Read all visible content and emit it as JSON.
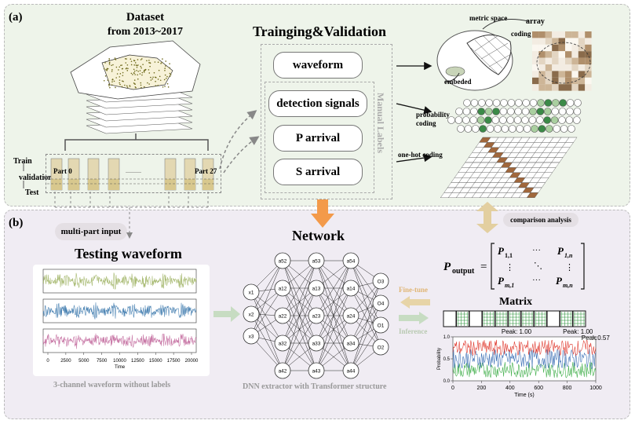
{
  "panel_a": {
    "label": "(a)",
    "dataset_title_1": "Dataset",
    "dataset_title_2": "from 2013~2017",
    "split_labels": [
      "Train",
      "validation",
      "Test"
    ],
    "part_first": "Part 0",
    "part_last": "Part 27",
    "training_title": "Trainging&Validation",
    "boxes": [
      "waveform",
      "detection signals",
      "P arrival",
      "S arrival"
    ],
    "manual_labels": "Manual Labels",
    "metric_space": "metric space",
    "coding": "coding",
    "array": "array",
    "embeded": "embeded",
    "probability_coding_1": "probability",
    "probability_coding_2": "coding",
    "one_hot_coding": "one-hot coding",
    "comparison_analysis": "comparison analysis"
  },
  "panel_b": {
    "label": "(b)",
    "multi_part_input": "multi-part input",
    "testing_waveform": "Testing waveform",
    "waveform_caption": "3-channel waveform without labels",
    "waveform_xticks": [
      "0",
      "2500",
      "5000",
      "7500",
      "10000",
      "12500",
      "15000",
      "17500",
      "20000"
    ],
    "waveform_xlabel": "Time",
    "network_title": "Network",
    "network_caption": "DNN extractor with Transformer structure",
    "input_nodes": [
      "x1",
      "x2",
      "x3"
    ],
    "hidden_layers": [
      [
        "a52",
        "a12",
        "a22",
        "a32",
        "a42"
      ],
      [
        "a53",
        "a13",
        "a23",
        "a33",
        "a43"
      ],
      [
        "a54",
        "a14",
        "a24",
        "a34",
        "a44"
      ]
    ],
    "output_nodes": [
      "O3",
      "O4",
      "O1",
      "O2"
    ],
    "fine_tune": "Fine-tune",
    "inference": "Inference",
    "matrix_title": "Matrix",
    "formula_lhs": "P",
    "formula_sub": "output",
    "prob_ylabel": "Probability",
    "prob_xlabel": "Time (s)",
    "prob_xticks": [
      "0",
      "200",
      "400",
      "600",
      "800",
      "1000"
    ],
    "prob_yticks": [
      "0.0",
      "0.5",
      "1.0"
    ],
    "peaks": [
      "Peak: 1.00",
      "Peak: 1.00",
      "Peak:0.57"
    ]
  },
  "colors": {
    "panel_a_bg": "#eef4ea",
    "panel_b_bg": "#f0ecf3",
    "wave1": "#a9bb74",
    "wave2": "#4f86b5",
    "wave3": "#c877a6",
    "arrow_orange": "#f39a4a",
    "arrow_beige": "#e3cfa0",
    "grid_green": "#3c9a48",
    "onehot_brown": "#a0673c"
  }
}
